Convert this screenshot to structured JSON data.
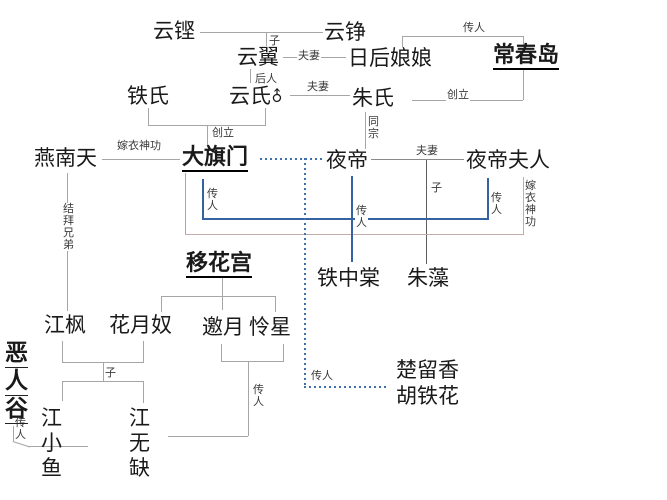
{
  "diagram": {
    "nodes": {
      "yun_keng": "云铿",
      "yun_zheng": "云铮",
      "yun_yi": "云翼",
      "ri_hou_niang_niang": "日后娘娘",
      "chang_chun_dao": "常春岛",
      "tie_shi": "铁氏",
      "yun_shi": "云氏",
      "yun_shi_gender_symbol": "♂",
      "zhu_shi": "朱氏",
      "yan_nan_tian": "燕南天",
      "da_qi_men": "大旗门",
      "ye_di": "夜帝",
      "ye_di_fu_ren": "夜帝夫人",
      "yi_hua_gong": "移花宫",
      "tie_zhong_tang": "铁中棠",
      "zhu_zao": "朱藻",
      "jiang_feng": "江枫",
      "hua_yue_nu": "花月奴",
      "yao_yue": "邀月",
      "lian_xing": "怜星",
      "e_ren_gu": "恶人谷",
      "jiang_xiao_yu": "江小鱼",
      "jiang_wu_que": "江无缺",
      "chu_liu_xiang": "楚留香",
      "hu_tie_hua": "胡铁花"
    },
    "labels": {
      "son": "子",
      "couple": "夫妻",
      "successor": "传人",
      "founded": "创立",
      "descendant": "后人",
      "same_clan": "同宗",
      "jiayi_shengong": "嫁衣神功",
      "sworn_brothers": "结拜兄弟"
    },
    "colors": {
      "line_gray": "#a6a6a6",
      "line_blue": "#35639f",
      "line_dotted_blue": "#3f6fae",
      "line_tan": "#c6abab",
      "text": "#1a1a1a"
    }
  }
}
